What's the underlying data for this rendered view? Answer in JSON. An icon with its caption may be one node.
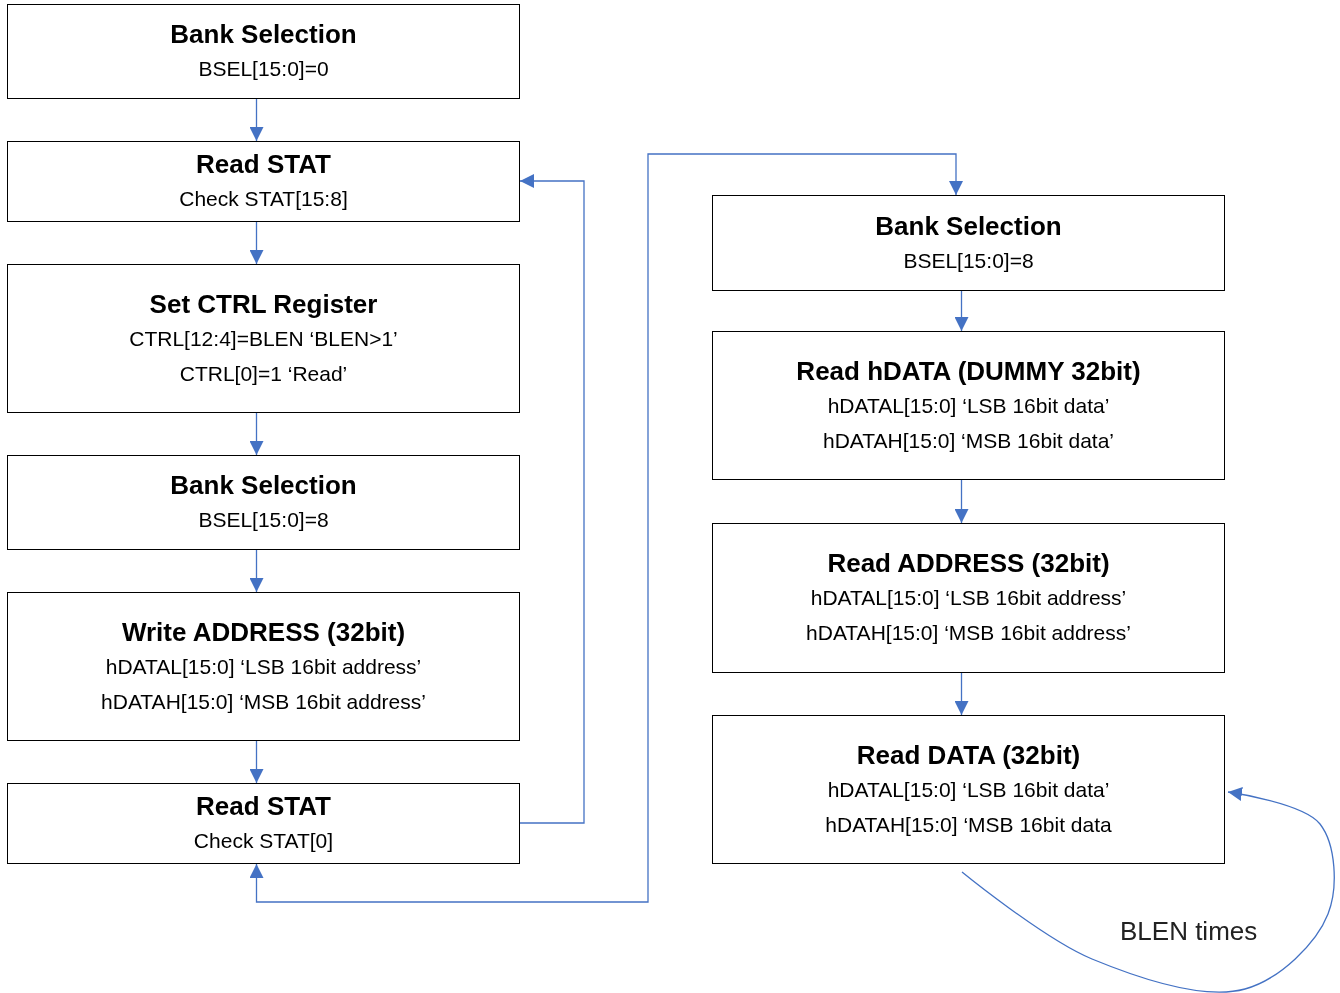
{
  "diagram": {
    "nodes": [
      {
        "text": [
          "Bank Selection",
          "BSEL[15:0]=0"
        ]
      },
      {
        "text": [
          "Read STAT",
          "Check STAT[15:8]"
        ]
      },
      {
        "text": [
          "Set CTRL Register",
          "CTRL[12:4]=BLEN ‘BLEN>1’",
          "CTRL[0]=1 ‘Read’"
        ]
      },
      {
        "text": [
          "Bank Selection",
          "BSEL[15:0]=8"
        ]
      },
      {
        "text": [
          "Write ADDRESS (32bit)",
          "hDATAL[15:0] ‘LSB 16bit address’",
          "hDATAH[15:0] ‘MSB 16bit address’"
        ]
      },
      {
        "text": [
          "Read STAT",
          "Check STAT[0]"
        ]
      },
      {
        "text": [
          "Bank Selection",
          "BSEL[15:0]=8"
        ]
      },
      {
        "text": [
          "Read hDATA (DUMMY 32bit)",
          "hDATAL[15:0] ‘LSB 16bit data’",
          "hDATAH[15:0] ‘MSB 16bit data’"
        ]
      },
      {
        "text": [
          "Read ADDRESS (32bit)",
          "hDATAL[15:0] ‘LSB 16bit address’",
          "hDATAH[15:0] ‘MSB 16bit address’"
        ]
      },
      {
        "text": [
          "Read DATA (32bit)",
          "hDATAL[15:0] ‘LSB 16bit data’",
          "hDATAH[15:0] ‘MSB 16bit data"
        ]
      }
    ],
    "edges": [
      {
        "from": 0,
        "to": 1,
        "arrow": "to"
      },
      {
        "from": 1,
        "to": 2,
        "arrow": "to"
      },
      {
        "from": 2,
        "to": 3,
        "arrow": "to"
      },
      {
        "from": 3,
        "to": 4,
        "arrow": "to"
      },
      {
        "from": 4,
        "to": 5,
        "arrow": "to"
      },
      {
        "from": 5,
        "to": 1,
        "arrow": "to"
      },
      {
        "from": 5,
        "to": 6,
        "arrow": "both"
      },
      {
        "from": 6,
        "to": 7,
        "arrow": "to"
      },
      {
        "from": 7,
        "to": 8,
        "arrow": "to"
      },
      {
        "from": 8,
        "to": 9,
        "arrow": "to"
      },
      {
        "from": 9,
        "to": 9,
        "arrow": "to",
        "label": "BLEN times"
      }
    ]
  }
}
